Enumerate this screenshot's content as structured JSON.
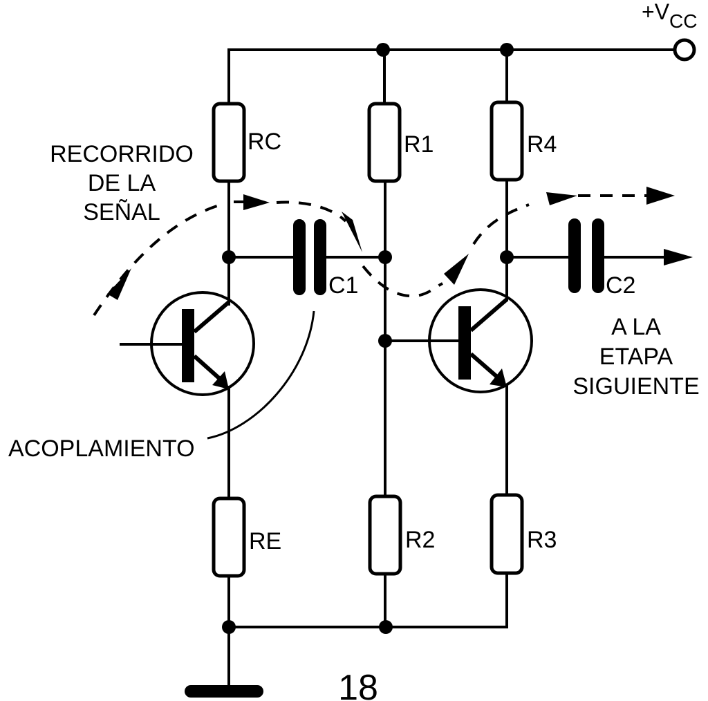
{
  "diagram": {
    "type": "circuit-schematic",
    "description": "Two-stage transistor amplifier with capacitive coupling",
    "supply": {
      "symbol": "+V",
      "subscript": "CC"
    },
    "components": {
      "resistors": [
        {
          "id": "RC",
          "label": "RC"
        },
        {
          "id": "R1",
          "label": "R1"
        },
        {
          "id": "R4",
          "label": "R4"
        },
        {
          "id": "RE",
          "label": "RE"
        },
        {
          "id": "R2",
          "label": "R2"
        },
        {
          "id": "R3",
          "label": "R3"
        }
      ],
      "capacitors": [
        {
          "id": "C1",
          "label": "C1"
        },
        {
          "id": "C2",
          "label": "C2"
        }
      ],
      "transistors": [
        {
          "id": "Q1",
          "type": "NPN"
        },
        {
          "id": "Q2",
          "type": "NPN"
        }
      ],
      "ground": {
        "symbol": "ground"
      }
    },
    "annotations": {
      "signal_path": [
        "RECORRIDO",
        "DE LA",
        "SEÑAL"
      ],
      "coupling": "ACOPLAMIENTO",
      "next_stage": [
        "A LA",
        "ETAPA",
        "SIGUIENTE"
      ]
    },
    "figure_number": "18"
  }
}
